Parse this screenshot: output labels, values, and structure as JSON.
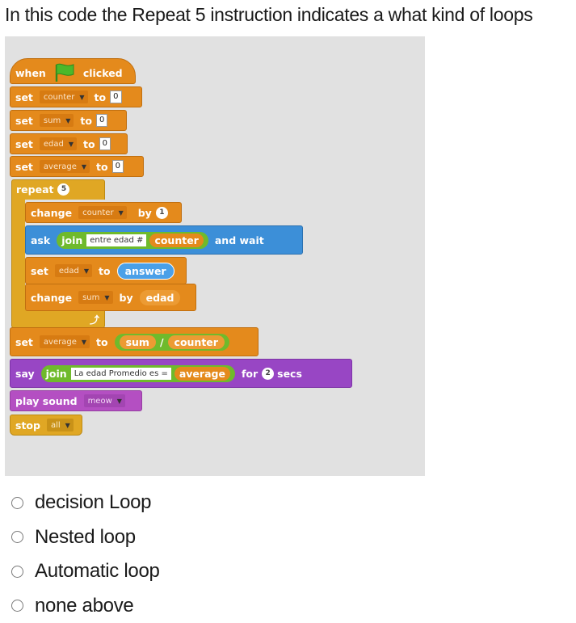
{
  "question": "In this code the Repeat 5  instruction indicates a what kind of loops",
  "script": {
    "hat": {
      "when": "when",
      "clicked": "clicked"
    },
    "set_counter": {
      "kw": "set",
      "var": "counter",
      "to": "to",
      "value": "0"
    },
    "set_sum": {
      "kw": "set",
      "var": "sum",
      "to": "to",
      "value": "0"
    },
    "set_edad": {
      "kw": "set",
      "var": "edad",
      "to": "to",
      "value": "0"
    },
    "set_average": {
      "kw": "set",
      "var": "average",
      "to": "to",
      "value": "0"
    },
    "repeat": {
      "kw": "repeat",
      "count": "5"
    },
    "change_counter": {
      "kw": "change",
      "var": "counter",
      "by": "by",
      "value": "1"
    },
    "ask": {
      "kw": "ask",
      "join": "join",
      "text": "entre edad #",
      "reporter": "counter",
      "wait": "and wait"
    },
    "set_edad_answer": {
      "kw": "set",
      "var": "edad",
      "to": "to",
      "reporter": "answer"
    },
    "change_sum": {
      "kw": "change",
      "var": "sum",
      "by": "by",
      "reporter": "edad"
    },
    "set_average_div": {
      "kw": "set",
      "var": "average",
      "to": "to",
      "left": "sum",
      "op": "/",
      "right": "counter"
    },
    "say": {
      "kw": "say",
      "join": "join",
      "text": "La edad Promedio es =",
      "reporter": "average",
      "for": "for",
      "secs_value": "2",
      "secs": "secs"
    },
    "play_sound": {
      "kw": "play sound",
      "sound": "meow"
    },
    "stop": {
      "kw": "stop",
      "option": "all"
    }
  },
  "options": [
    {
      "label": "decision Loop"
    },
    {
      "label": "Nested loop"
    },
    {
      "label": "Automatic loop"
    },
    {
      "label": "none above"
    }
  ]
}
